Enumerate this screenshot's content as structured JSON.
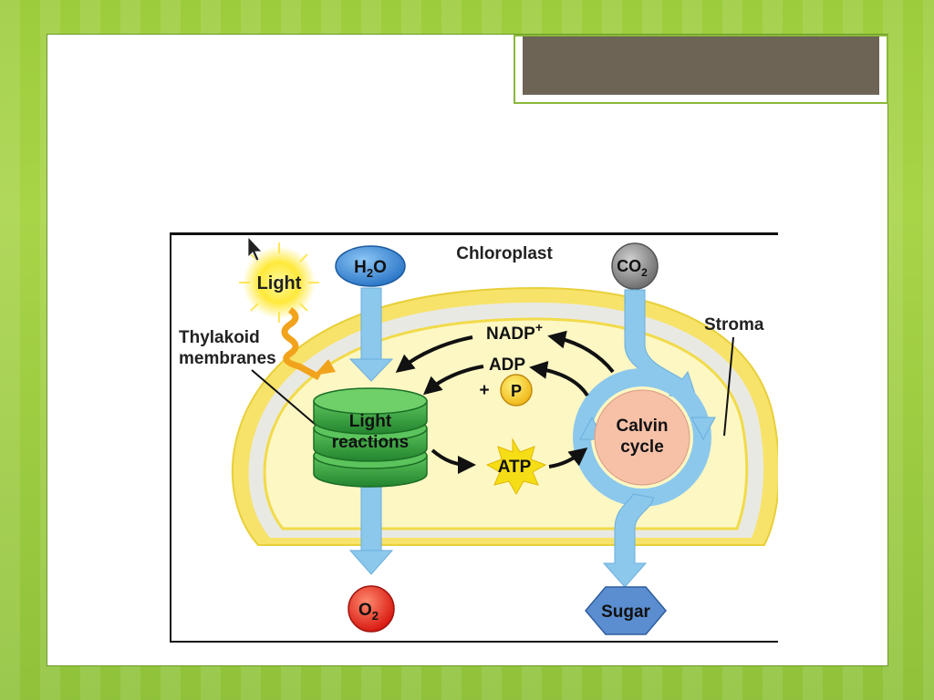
{
  "diagram": {
    "title": "Chloroplast",
    "light": "Light",
    "thylakoid_line1": "Thylakoid",
    "thylakoid_line2": "membranes",
    "stroma": "Stroma",
    "h2o_main": "H",
    "h2o_sub": "2",
    "h2o_end": "O",
    "co2_main": "CO",
    "co2_sub": "2",
    "o2_main": "O",
    "o2_sub": "2",
    "sugar": "Sugar",
    "light_reactions_line1": "Light",
    "light_reactions_line2": "reactions",
    "calvin_line1": "Calvin",
    "calvin_line2": "cycle",
    "nadp_main": "NADP",
    "nadp_sup": "+",
    "adp": "ADP",
    "plus": "+",
    "p": "P",
    "atp": "ATP"
  },
  "colors": {
    "stroma_fill": "#fdf7c4",
    "membrane_yellow": "#f3dd55",
    "thylakoid_green": "#2e9e3e",
    "arrow_blue": "#8cc8ec",
    "h2o_blue": "#3f8fd6",
    "co2_gray": "#8c8c8c",
    "o2_red": "#e8261e",
    "sugar_blue": "#5b8ed0",
    "calvin_pink": "#f7c1a8",
    "atp_yellow": "#f6de17"
  }
}
